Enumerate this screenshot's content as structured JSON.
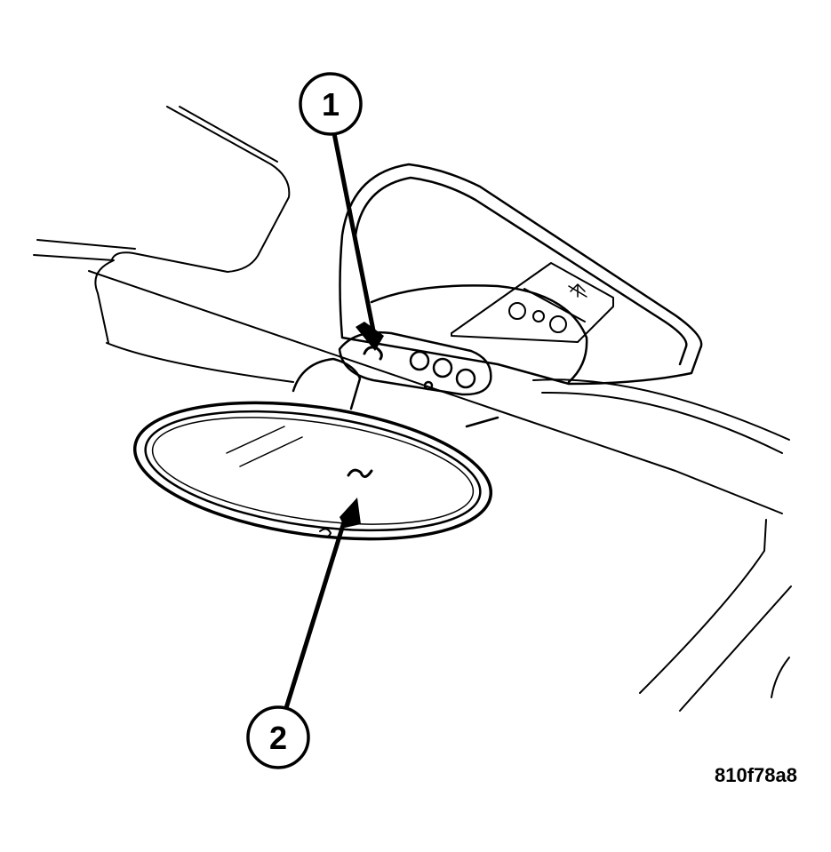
{
  "callouts": [
    {
      "label": "1"
    },
    {
      "label": "2"
    }
  ],
  "figure_id": "810f78a8",
  "colors": {
    "ink": "#000000",
    "paper": "#ffffff"
  }
}
